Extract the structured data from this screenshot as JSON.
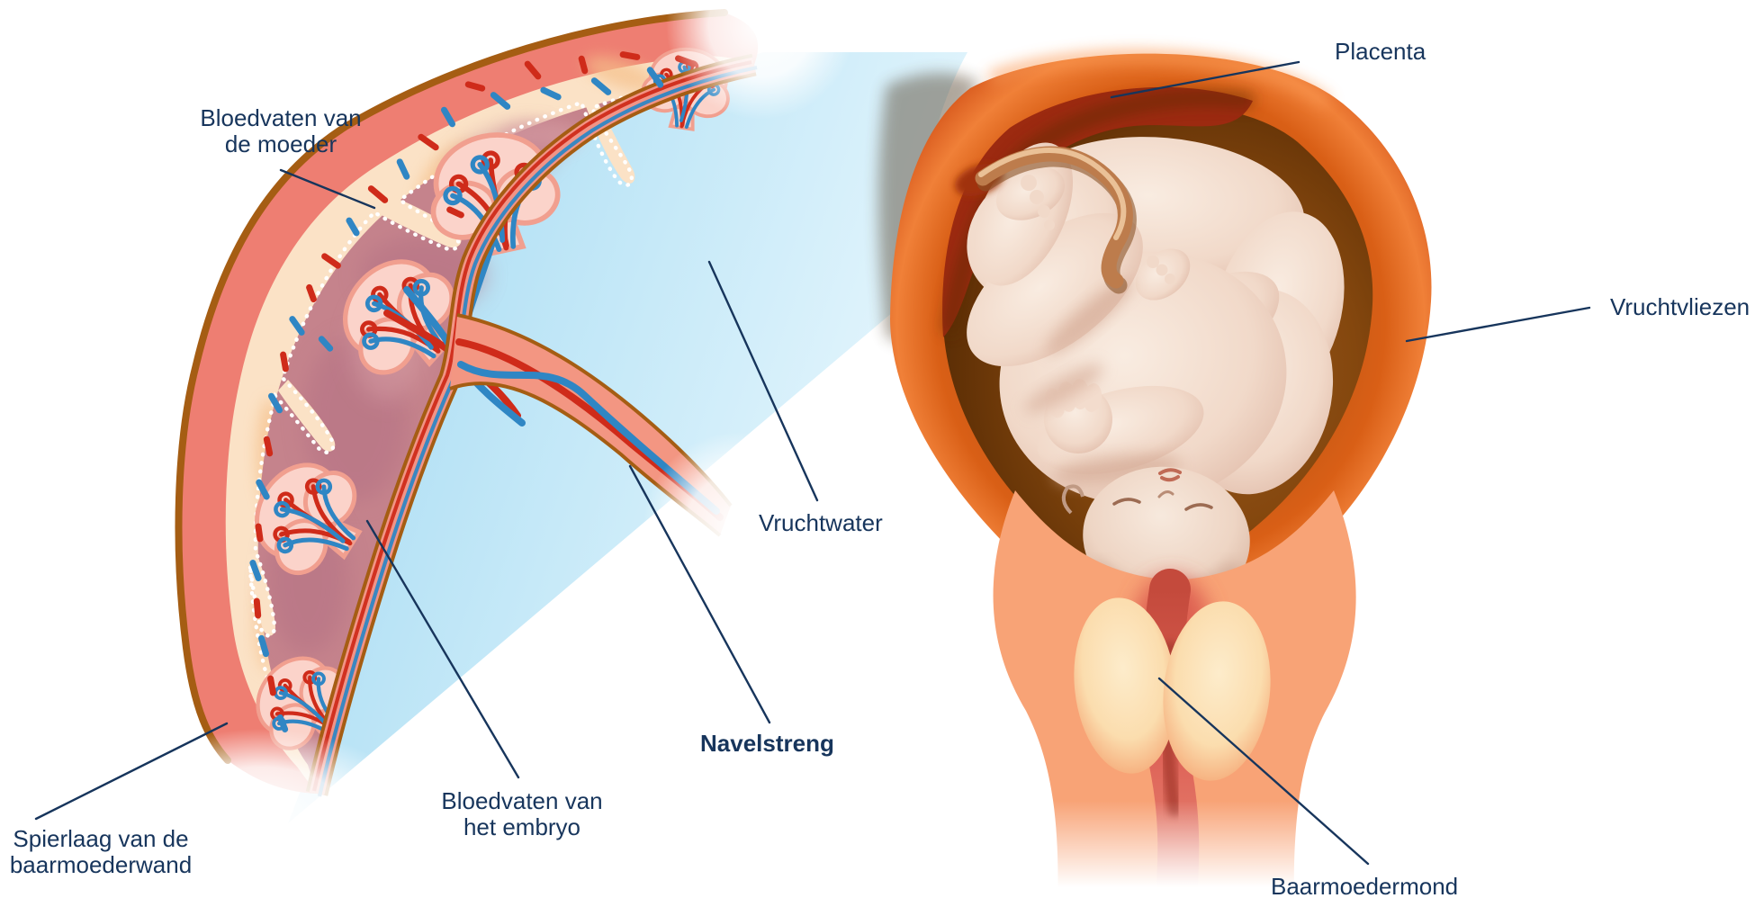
{
  "labels": {
    "mother_vessels": {
      "text": "Bloedvaten van de moeder",
      "line1": "Bloedvaten van",
      "line2": "de moeder"
    },
    "placenta": {
      "text": "Placenta"
    },
    "membranes": {
      "text": "Vruchtvliezen"
    },
    "amniotic_fluid": {
      "text": "Vruchtwater"
    },
    "umbilical_cord": {
      "text": "Navelstreng"
    },
    "embryo_vessels": {
      "text": "Bloedvaten van het embryo",
      "line1": "Bloedvaten van",
      "line2": "het embryo"
    },
    "muscle_layer": {
      "text": "Spierlaag van de baarmoederwand",
      "line1": "Spierlaag van de",
      "line2": "baarmoederwand"
    },
    "cervix": {
      "text": "Baarmoedermond"
    }
  },
  "colors": {
    "label_text": "#17355c",
    "leader_line": "#17355c",
    "amniotic_blue_start": "#a2daf2",
    "amniotic_blue_end": "#e8f7fd",
    "muscle_layer_salmon": "#ee7e72",
    "decidua_cream": "#fbe2c6",
    "placenta_inner_mauve": "#c5838c",
    "villi_pink": "#fbd3ca",
    "artery_red": "#cf2b1a",
    "vein_blue": "#2f86c4",
    "membrane_brown": "#a55d13",
    "uterus_orange": "#ec6c24",
    "uterus_cavity_brown": "#84470e",
    "placenta_dark_red": "#9c2a10",
    "fetus_skin": "#f3dccd",
    "cervix_salmon": "#f8a376",
    "cervix_canal_red": "#d9544c"
  }
}
